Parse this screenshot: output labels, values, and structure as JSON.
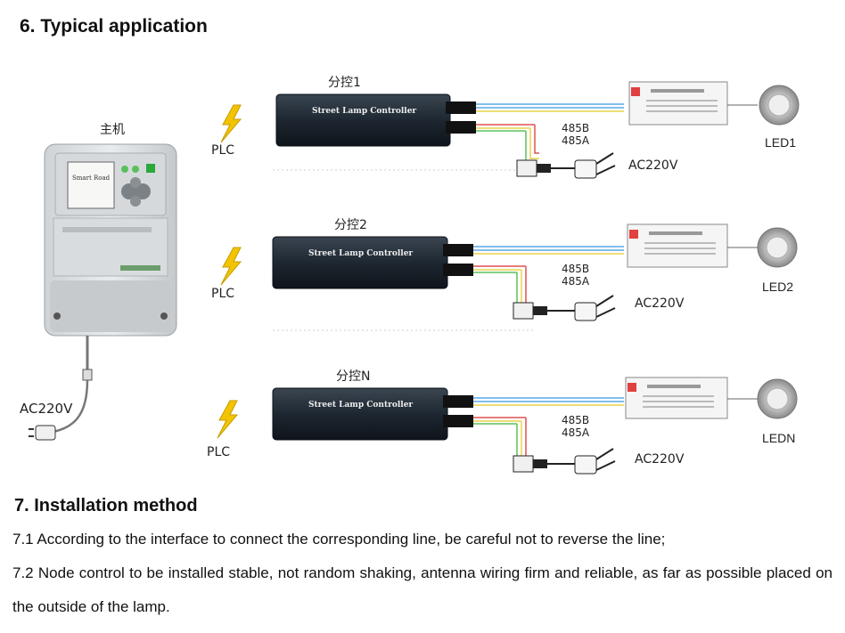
{
  "section6": {
    "title": "6. Typical application"
  },
  "host": {
    "label": "主机",
    "screen_text": "Smart Road",
    "power_label": "AC220V"
  },
  "rows": [
    {
      "id": "1",
      "controller_label": "分控1",
      "plc": "PLC",
      "line_b": "485B",
      "line_a": "485A",
      "power": "AC220V",
      "led": "LED1"
    },
    {
      "id": "2",
      "controller_label": "分控2",
      "plc": "PLC",
      "line_b": "485B",
      "line_a": "485A",
      "power": "AC220V",
      "led": "LED2"
    },
    {
      "id": "n",
      "controller_label": "分控N",
      "plc": "PLC",
      "line_b": "485B",
      "line_a": "485A",
      "power": "AC220V",
      "led": "LEDN"
    }
  ],
  "controller": {
    "name": "Street Lamp Controller"
  },
  "section7": {
    "title": "7. Installation method",
    "p1": "7.1 According to the interface to connect the corresponding line, be careful not to reverse the line;",
    "p2": "7.2 Node control to be installed stable, not random shaking, antenna wiring firm and reliable, as far as possible placed on the outside of the lamp."
  },
  "colors": {
    "wire_blue": "#5aa9e6",
    "wire_yellow": "#e8d44a",
    "wire_red": "#e05050",
    "wire_green": "#5cc05c",
    "bolt": "#f2c400"
  }
}
